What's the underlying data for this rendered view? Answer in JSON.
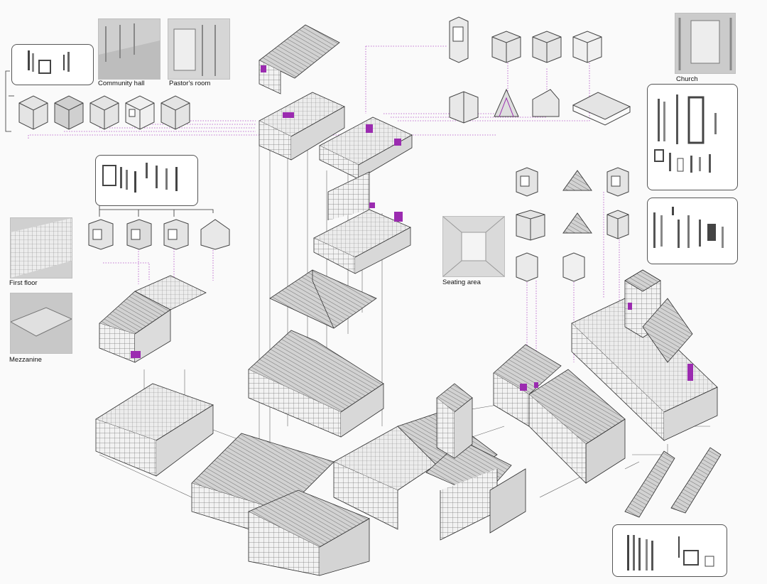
{
  "labels": {
    "community_hall": "Community hall",
    "pastors_room": "Pastor's room",
    "church": "Church",
    "first_floor": "First floor",
    "mezzanine": "Mezzanine",
    "seating_area": "Seating area"
  },
  "colors": {
    "accent": "#9b2bb0",
    "line": "#555555",
    "dotted_link": "#b04ac4",
    "module_fill": "#e6e6e6",
    "module_stroke": "#444444"
  },
  "icons": {
    "module": "timber-frame-module-icon",
    "component": "wall-panel-component-icon"
  }
}
